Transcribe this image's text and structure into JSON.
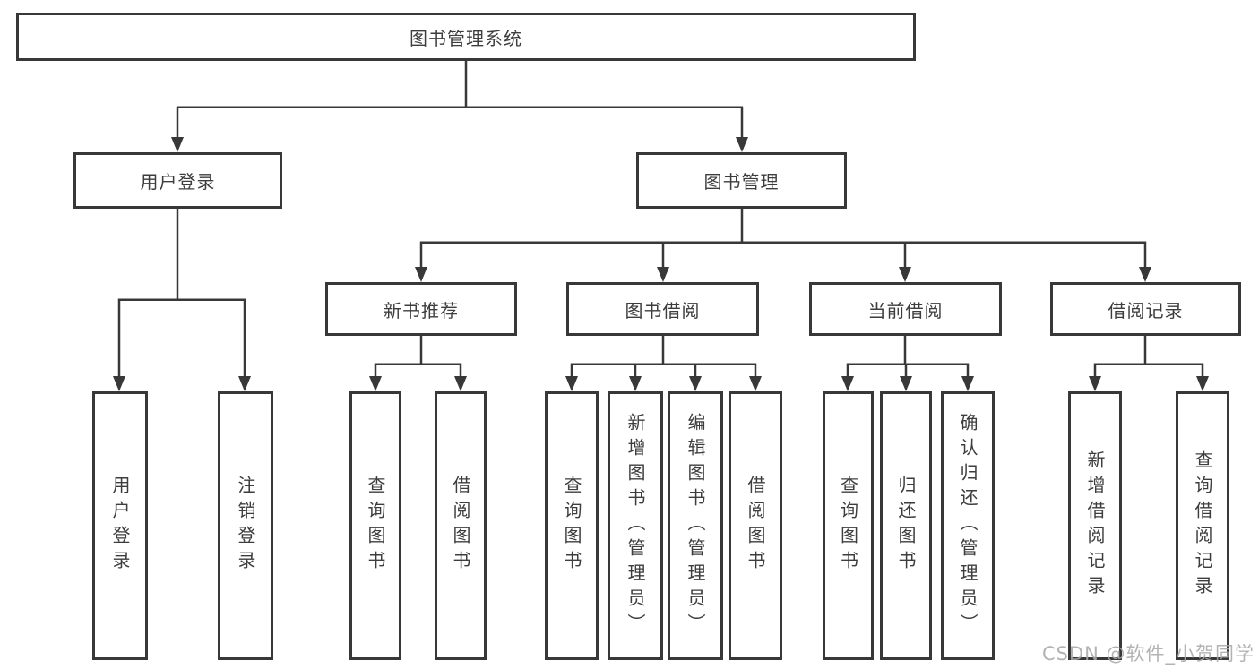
{
  "tree": {
    "root": {
      "label": "图书管理系统"
    },
    "branches": [
      {
        "label": "用户登录",
        "children": [
          {
            "label": "用户登录"
          },
          {
            "label": "注销登录"
          }
        ]
      },
      {
        "label": "图书管理",
        "children": [
          {
            "label": "新书推荐",
            "children": [
              {
                "label": "查询图书"
              },
              {
                "label": "借阅图书"
              }
            ]
          },
          {
            "label": "图书借阅",
            "children": [
              {
                "label": "查询图书"
              },
              {
                "label": "新增图书（管理员）"
              },
              {
                "label": "编辑图书（管理员）"
              },
              {
                "label": "借阅图书"
              }
            ]
          },
          {
            "label": "当前借阅",
            "children": [
              {
                "label": "查询图书"
              },
              {
                "label": "归还图书"
              },
              {
                "label": "确认归还（管理员）"
              }
            ]
          },
          {
            "label": "借阅记录",
            "children": [
              {
                "label": "新增借阅记录"
              },
              {
                "label": "查询借阅记录"
              }
            ]
          }
        ]
      }
    ]
  },
  "watermark": {
    "text": "CSDN @软件_小贺同学"
  },
  "colors": {
    "line": "#383838",
    "text": "#3d3d3d",
    "watermark": "#a8a8a8",
    "background": "#ffffff"
  }
}
